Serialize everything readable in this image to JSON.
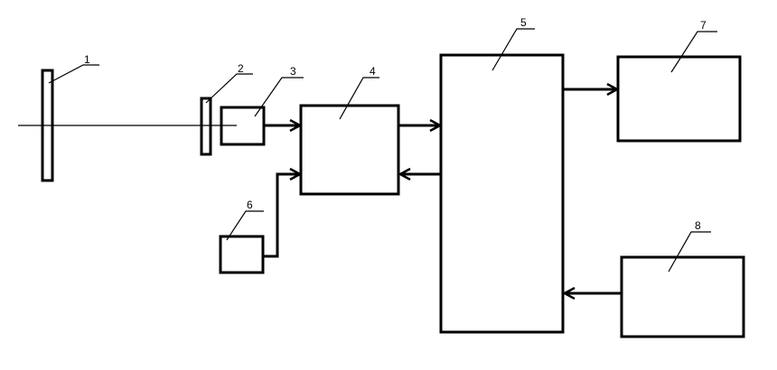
{
  "labels": {
    "n1": "1",
    "n2": "2",
    "n3": "3",
    "n4": "4",
    "n5": "5",
    "n6": "6",
    "n7": "7",
    "n8": "8"
  }
}
